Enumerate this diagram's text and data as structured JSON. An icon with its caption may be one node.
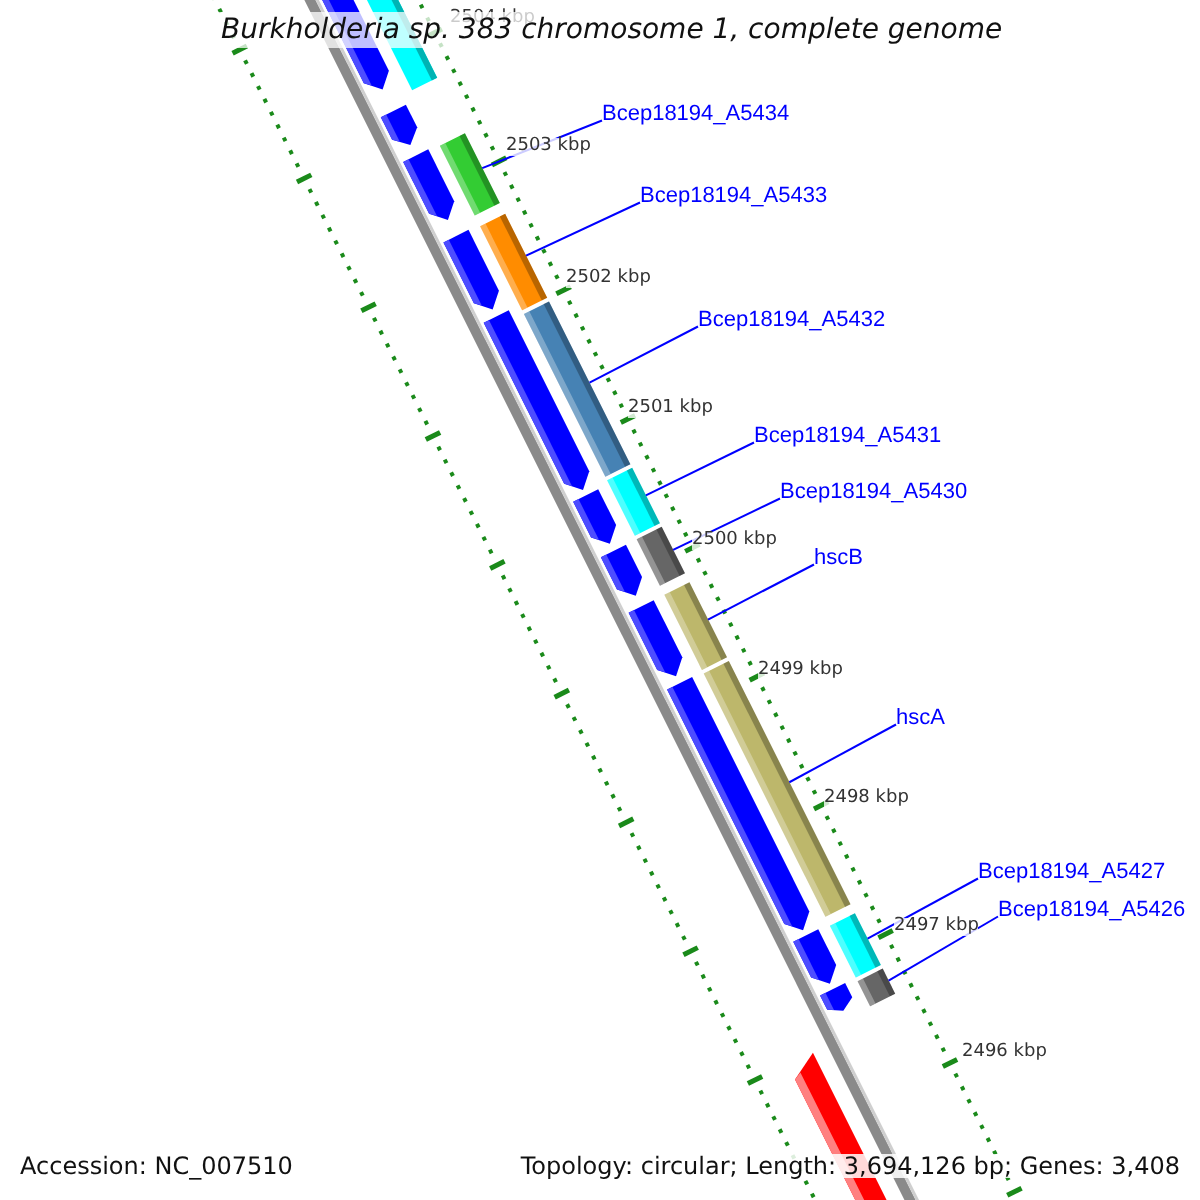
{
  "diagram": {
    "title": "Burkholderia sp. 383 chromosome 1, complete genome",
    "nodes": [
      {
        "text": [
          "Bcep18194_A5434"
        ]
      },
      {
        "text": [],
        "shape": "bar"
      },
      {
        "text": [
          "Bcep18194_A5433"
        ]
      },
      {
        "text": [],
        "shape": "bar"
      },
      {
        "text": [
          "Bcep18194_A5432"
        ]
      },
      {
        "text": [],
        "shape": "bar"
      },
      {
        "text": [
          "Bcep18194_A5431"
        ]
      },
      {
        "text": [],
        "shape": "bar"
      },
      {
        "text": [
          "Bcep18194_A5430"
        ]
      },
      {
        "text": [],
        "shape": "bar"
      },
      {
        "text": [
          "hscB"
        ]
      },
      {
        "text": [],
        "shape": "bar"
      },
      {
        "text": [
          "hscA"
        ]
      },
      {
        "text": [],
        "shape": "bar"
      },
      {
        "text": [
          "Bcep18194_A5427"
        ]
      },
      {
        "text": [],
        "shape": "bar"
      },
      {
        "text": [
          "Bcep18194_A5426"
        ]
      },
      {
        "text": [],
        "shape": "bar"
      }
    ],
    "edges": [
      {
        "from": 0,
        "to": 1,
        "arrow": "none"
      },
      {
        "from": 2,
        "to": 3,
        "arrow": "none"
      },
      {
        "from": 4,
        "to": 5,
        "arrow": "none"
      },
      {
        "from": 6,
        "to": 7,
        "arrow": "none"
      },
      {
        "from": 8,
        "to": 9,
        "arrow": "none"
      },
      {
        "from": 10,
        "to": 11,
        "arrow": "none"
      },
      {
        "from": 12,
        "to": 13,
        "arrow": "none"
      },
      {
        "from": 14,
        "to": 15,
        "arrow": "none"
      },
      {
        "from": 16,
        "to": 17,
        "arrow": "none"
      }
    ],
    "labels": [
      "2504 kbp",
      "2503 kbp",
      "2502 kbp",
      "2501 kbp",
      "2500 kbp",
      "2499 kbp",
      "2498 kbp",
      "2497 kbp",
      "2496 kbp",
      "Accession: NC_007510",
      "Topology: circular; Length: 3,694,126 bp; Genes: 3,408"
    ]
  }
}
